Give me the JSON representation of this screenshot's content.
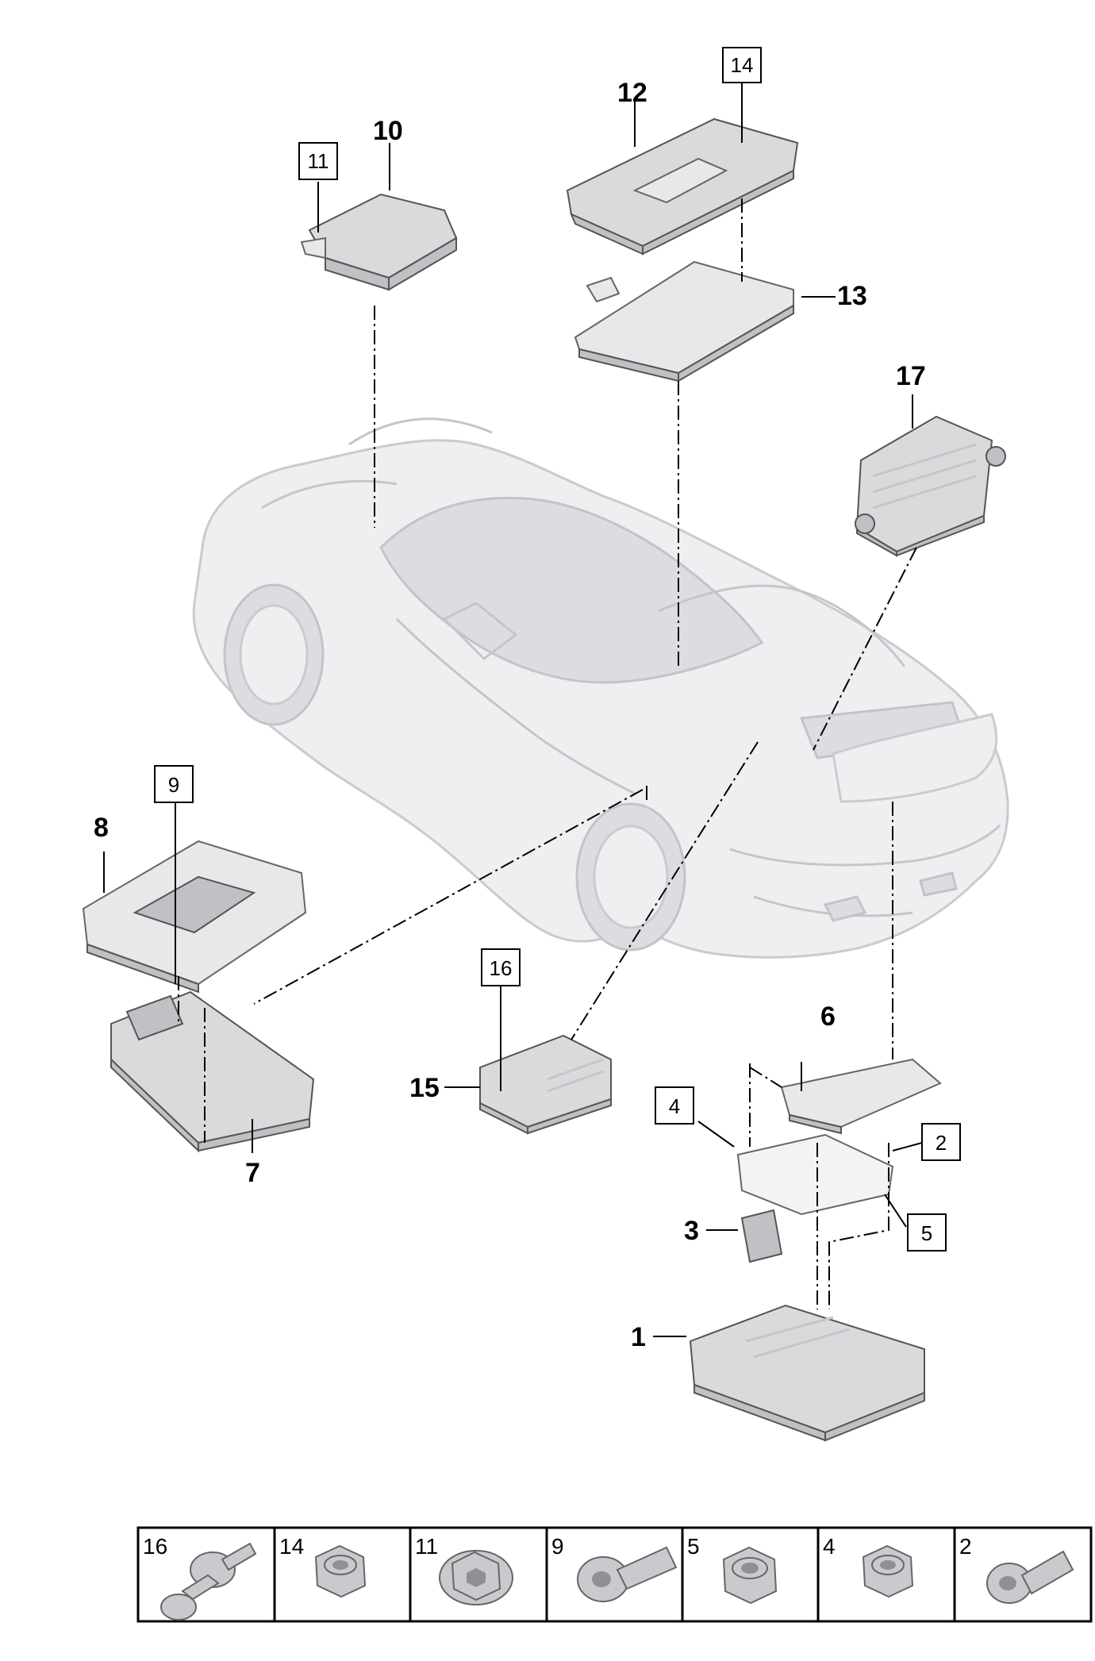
{
  "diagram": {
    "callouts": [
      "1",
      "3",
      "6",
      "7",
      "8",
      "10",
      "12",
      "13",
      "15",
      "17"
    ],
    "boxed_callouts": [
      "2",
      "4",
      "5",
      "9",
      "11",
      "14",
      "16"
    ],
    "hardware_table": [
      {
        "number": "16",
        "icon": "push-rivet-icon"
      },
      {
        "number": "14",
        "icon": "hex-nut-icon"
      },
      {
        "number": "11",
        "icon": "hex-nut-icon"
      },
      {
        "number": "9",
        "icon": "torx-screw-icon"
      },
      {
        "number": "5",
        "icon": "hex-nut-icon"
      },
      {
        "number": "4",
        "icon": "hex-nut-icon"
      },
      {
        "number": "2",
        "icon": "torx-screw-icon"
      }
    ]
  },
  "colors": {
    "line": "#000000",
    "part": "#d9dadc",
    "car": "#eeeff1"
  }
}
